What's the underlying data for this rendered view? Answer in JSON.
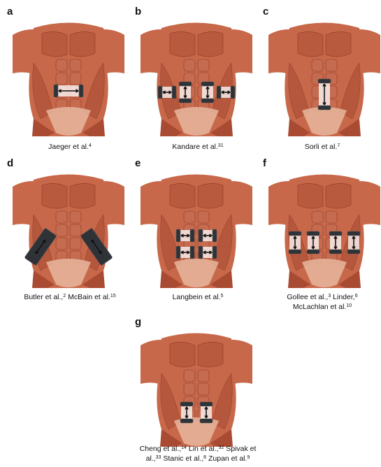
{
  "panels": [
    {
      "id": "a",
      "label": "a",
      "caption_parts": [
        {
          "t": "Jaeger et al."
        },
        {
          "s": "4"
        }
      ],
      "electrodes": "one horizontal pair below navel"
    },
    {
      "id": "b",
      "label": "b",
      "caption_parts": [
        {
          "t": "Kandare et al."
        },
        {
          "s": "31"
        }
      ],
      "electrodes": "four pairs in a row at waist"
    },
    {
      "id": "c",
      "label": "c",
      "caption_parts": [
        {
          "t": "Sorli et al."
        },
        {
          "s": "7"
        }
      ],
      "electrodes": "one vertical pair at midline"
    },
    {
      "id": "d",
      "label": "d",
      "caption_parts": [
        {
          "t": "Butler et al.,"
        },
        {
          "s": "2"
        },
        {
          "t": " McBain et al."
        },
        {
          "s": "15"
        }
      ],
      "electrodes": "two diagonal pads on flanks"
    },
    {
      "id": "e",
      "label": "e",
      "caption_parts": [
        {
          "t": "Langbein et al."
        },
        {
          "s": "5"
        }
      ],
      "electrodes": "four horizontal pairs in 2x2"
    },
    {
      "id": "f",
      "label": "f",
      "caption_line1": [
        {
          "t": "Gollee et al.,"
        },
        {
          "s": "3"
        },
        {
          "t": " Linder,"
        },
        {
          "s": "6"
        }
      ],
      "caption_line2": [
        {
          "t": "McLachlan et al."
        },
        {
          "s": "10"
        }
      ],
      "electrodes": "four vertical pairs in a row"
    },
    {
      "id": "g",
      "label": "g",
      "caption_line1": [
        {
          "t": "Cheng et al.,"
        },
        {
          "s": "14"
        },
        {
          "t": " Lin et al.,"
        },
        {
          "s": "32"
        },
        {
          "t": " Spivak et"
        }
      ],
      "caption_line2": [
        {
          "t": "al.,"
        },
        {
          "s": "33"
        },
        {
          "t": " Stanic et al.,"
        },
        {
          "s": "8"
        },
        {
          "t": " Zupan et al."
        },
        {
          "s": "9"
        }
      ],
      "electrodes": "two vertical pairs below navel"
    }
  ],
  "colors": {
    "muscle": "#c8684a",
    "muscle_dark": "#8e3a25",
    "skin": "#e8b79d",
    "electrode": "#2f3338",
    "arrow": "#111111"
  }
}
